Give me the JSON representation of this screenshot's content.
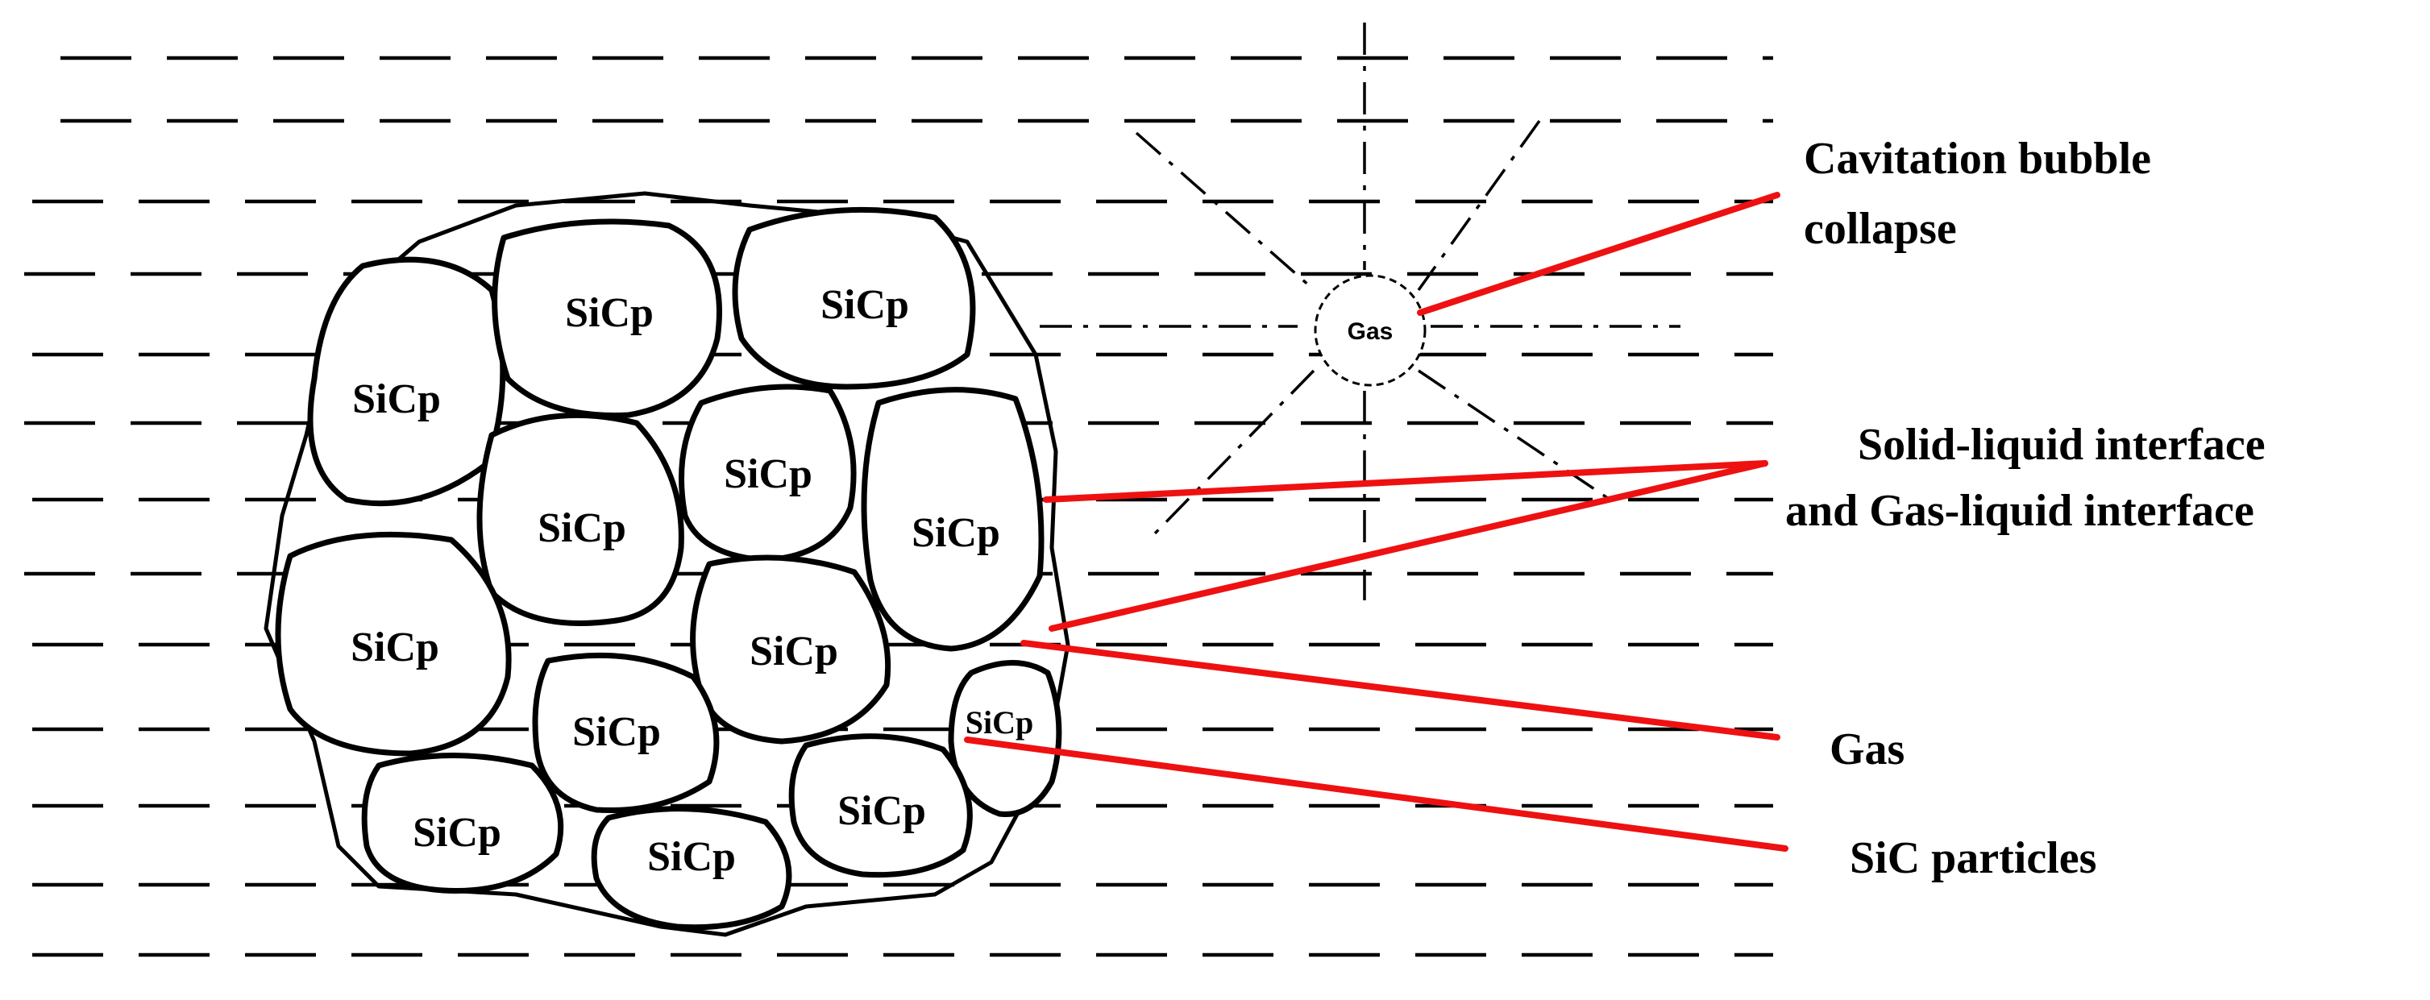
{
  "diagram": {
    "particle_label": "SiCp",
    "bubble_label": "Gas",
    "callouts": {
      "cavitation_line1": "Cavitation bubble",
      "cavitation_line2": "collapse",
      "interface_line1": "Solid-liquid interface",
      "interface_line2": "and  Gas-liquid interface",
      "gas": "Gas",
      "sic": "SiC particles"
    },
    "colors": {
      "leader_lines": "#ee1111",
      "ink": "#000000",
      "background": "#ffffff"
    }
  }
}
